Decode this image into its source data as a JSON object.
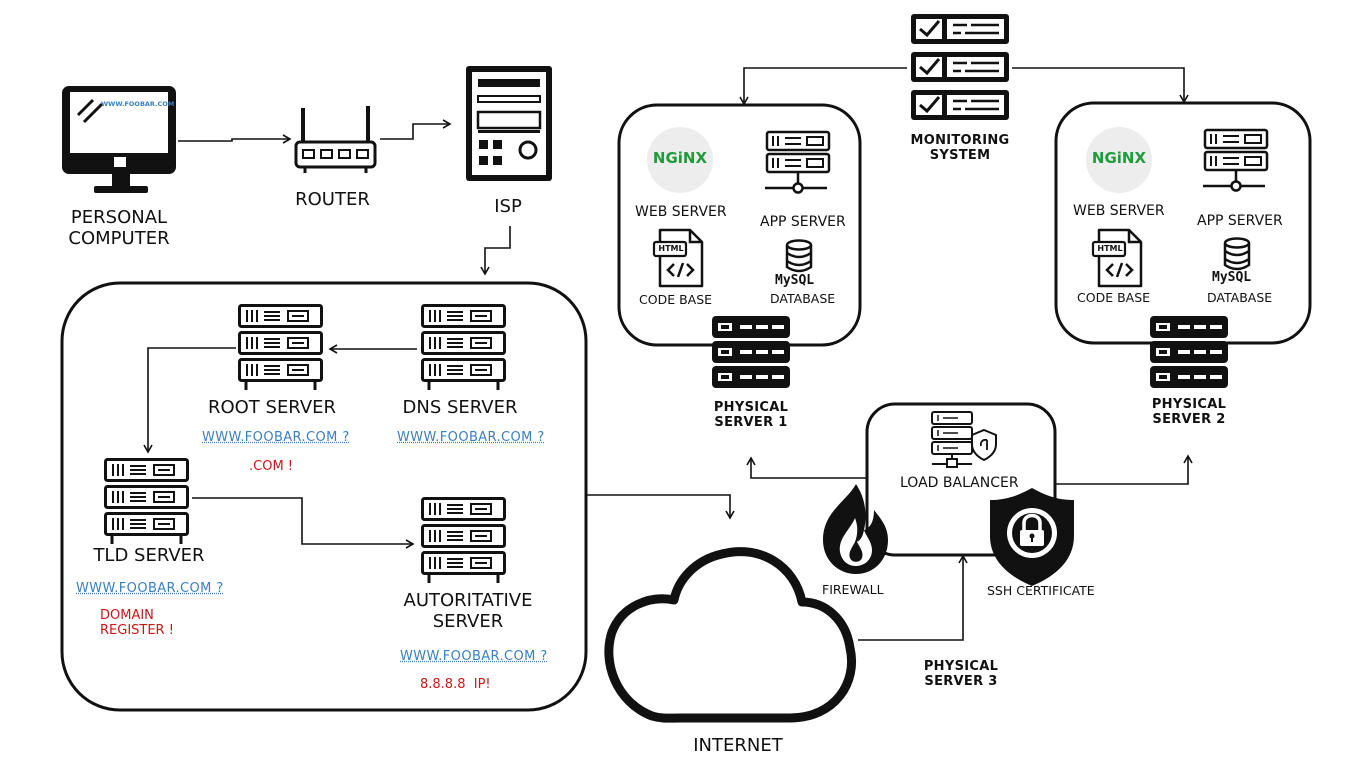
{
  "client": {
    "computer_label_line1": "PERSONAL",
    "computer_label_line2": "COMPUTER",
    "screen_url": "WWW.FOOBAR.COM",
    "router_label": "ROUTER",
    "isp_label": "ISP"
  },
  "dns": {
    "root_label": "ROOT SERVER",
    "root_query": "WWW.FOOBAR.COM ?",
    "root_answer": ".COM !",
    "dns_label": "DNS SERVER",
    "dns_query": "WWW.FOOBAR.COM ?",
    "tld_label": "TLD SERVER",
    "tld_query": "WWW.FOOBAR.COM ?",
    "tld_answer_line1": "DOMAIN",
    "tld_answer_line2": "REGISTER !",
    "auth_label_line1": "AUTORITATIVE",
    "auth_label_line2": "SERVER",
    "auth_query": "WWW.FOOBAR.COM ?",
    "auth_answer": "8.8.8.8  IP!"
  },
  "internet_label": "INTERNET",
  "monitoring": {
    "line1": "MONITORING",
    "line2": "SYSTEM"
  },
  "server1": {
    "nginx_logo": "NGiNX",
    "web_server": "WEB SERVER",
    "app_server": "APP SERVER",
    "html_tag": "HTML",
    "code_base": "CODE BASE",
    "mysql_logo": "MySQL",
    "database": "DATABASE",
    "title_line1": "PHYSICAL",
    "title_line2": "SERVER 1"
  },
  "server2": {
    "nginx_logo": "NGiNX",
    "web_server": "WEB SERVER",
    "app_server": "APP SERVER",
    "html_tag": "HTML",
    "code_base": "CODE BASE",
    "mysql_logo": "MySQL",
    "database": "DATABASE",
    "title_line1": "PHYSICAL",
    "title_line2": "SERVER 2"
  },
  "server3": {
    "load_balancer": "LOAD BALANCER",
    "firewall": "FIREWALL",
    "ssh_certificate": "SSH CERTIFICATE",
    "title_line1": "PHYSICAL",
    "title_line2": "SERVER 3"
  },
  "colors": {
    "question": "#3a7fc4",
    "answer": "#d01515",
    "nginx_green": "#1f9b3a",
    "line": "#111111"
  }
}
